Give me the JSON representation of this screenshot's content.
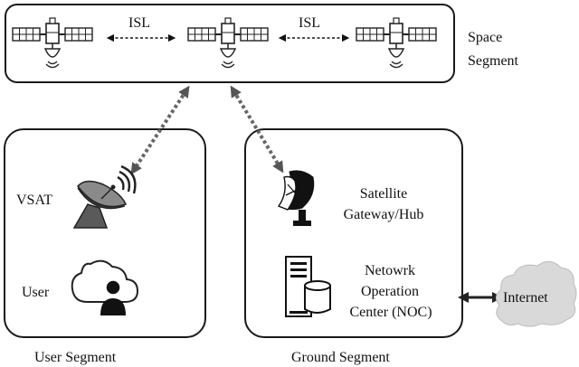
{
  "space_segment": {
    "title_line1": "Space",
    "title_line2": "Segment",
    "isl_left": "ISL",
    "isl_right": "ISL"
  },
  "user_segment": {
    "title": "User Segment",
    "vsat_label": "VSAT",
    "user_label": "User"
  },
  "ground_segment": {
    "title": "Ground Segment",
    "gateway_line1": "Satellite",
    "gateway_line2": "Gateway/Hub",
    "noc_line1": "Netowrk",
    "noc_line2": "Operation",
    "noc_line3": "Center (NOC)"
  },
  "internet": {
    "label": "Internet"
  },
  "colors": {
    "stroke": "#1a1a1a",
    "link_arrow": "#666666",
    "cloud_fill": "#d9d9d9"
  }
}
